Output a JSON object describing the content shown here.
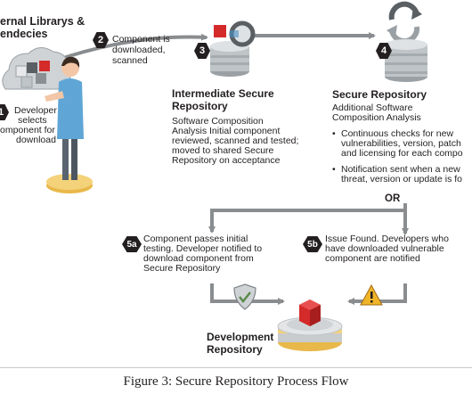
{
  "step1": {
    "badge": "1",
    "source_title_line1": "ernal Librarys &",
    "source_title_line2": "endecies",
    "line1": "Developer",
    "line2": "selects",
    "line3": "omponent for",
    "line4": "download"
  },
  "step2": {
    "badge": "2",
    "line1": "Component is",
    "line2": "downloaded,",
    "line3": "scanned"
  },
  "step3": {
    "badge": "3",
    "title_line1": "Intermediate Secure",
    "title_line2": "Repository",
    "line1": "Software Composition",
    "line2": "Analysis Initial component",
    "line3": "reviewed, scanned and tested;",
    "line4": "moved to shared Secure",
    "line5": "Repository on acceptance"
  },
  "step4": {
    "badge": "4",
    "title": "Secure Repository",
    "sub_line1": "Additional Software",
    "sub_line2": "Composition Analysis",
    "bullet": "•",
    "b1_line1": "Continuous checks for new",
    "b1_line2": "vulnerabilities, version, patch",
    "b1_line3": "and licensing for each compo",
    "b2_line1": "Notification sent when a new",
    "b2_line2": "threat, version or update is fo"
  },
  "or_label": "OR",
  "step5a": {
    "badge": "5a",
    "line1": "Component passes initial",
    "line2": "testing. Developer notified to",
    "line3": "download component from",
    "line4": "Secure Repository"
  },
  "step5b": {
    "badge": "5b",
    "line1": "Issue Found. Developers who",
    "line2": "have downloaded vulnerable",
    "line3": "component are notified"
  },
  "dev_repo": {
    "title_line1": "Development",
    "title_line2": "Repository"
  },
  "caption": "Figure 3: Secure Repository Process Flow",
  "icons": [
    "cloud-icon",
    "developer-figure-icon",
    "scanner-repository-icon",
    "sync-repository-icon",
    "shield-check-icon",
    "warning-icon",
    "development-repository-icon"
  ],
  "colors": {
    "arrow": "#8a8d8f",
    "cube": "#d42a2a",
    "gold": "#e8b84a",
    "badge": "#231f20"
  }
}
